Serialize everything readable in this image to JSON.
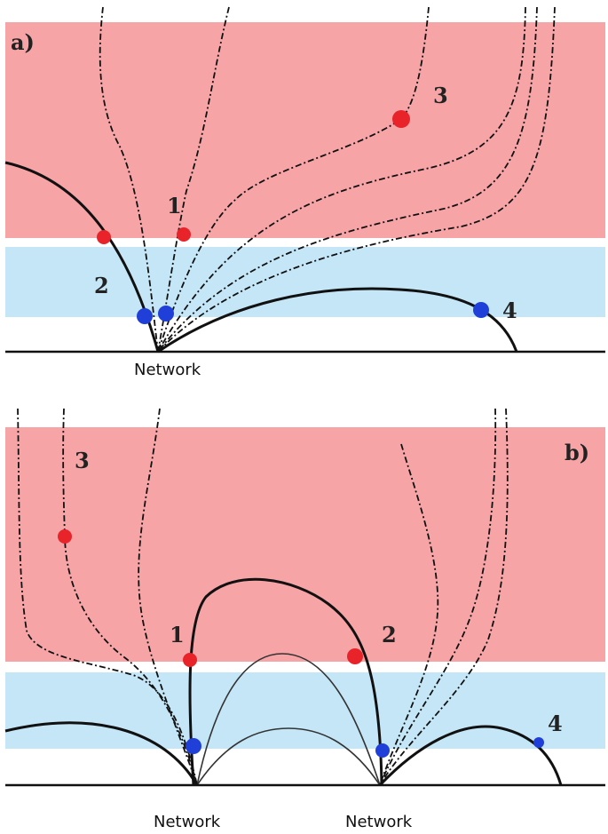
{
  "panels": {
    "a": {
      "label": "a)",
      "network_label": "Network",
      "trajectory_labels": [
        "1",
        "2",
        "3",
        "4"
      ]
    },
    "b": {
      "label": "b)",
      "network_labels": [
        "Network",
        "Network"
      ],
      "trajectory_labels": [
        "1",
        "2",
        "3",
        "4"
      ]
    }
  },
  "colors": {
    "upper_band": "#f7a4a7",
    "lower_band": "#c4e6f7",
    "red_marker": "#e8232a",
    "blue_marker": "#1f3fd8"
  }
}
